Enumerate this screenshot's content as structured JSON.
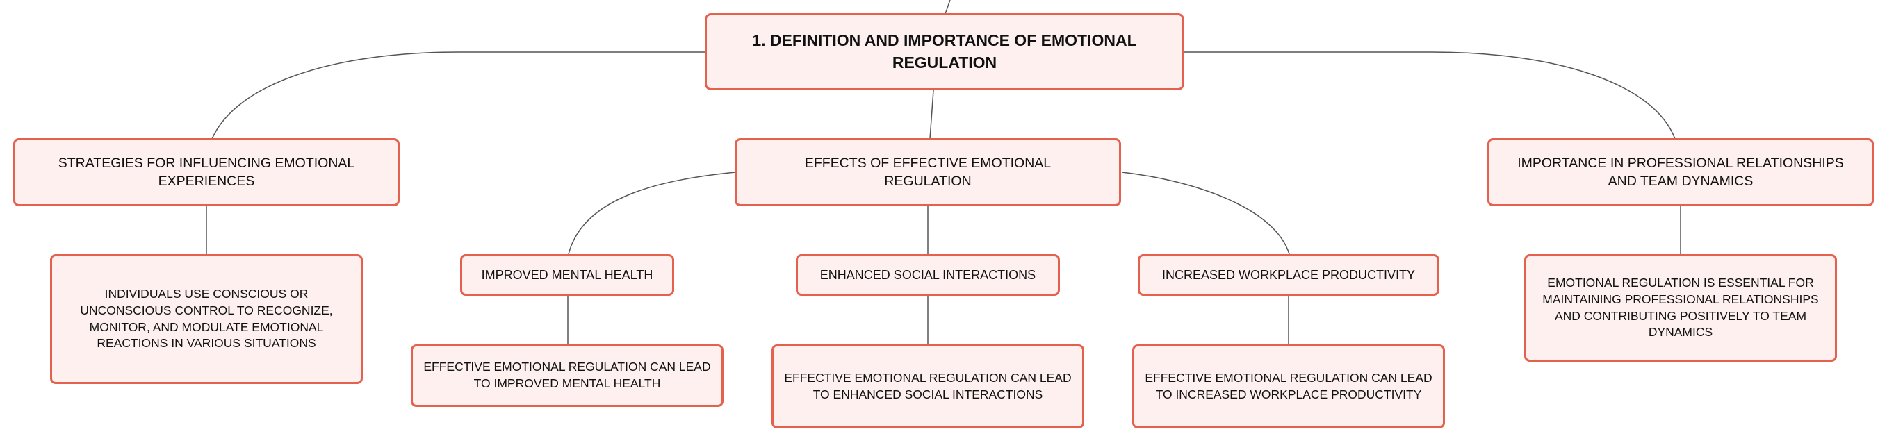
{
  "root": {
    "label": "1. DEFINITION AND IMPORTANCE OF EMOTIONAL REGULATION"
  },
  "branches": {
    "strategies": {
      "label": "STRATEGIES FOR INFLUENCING EMOTIONAL EXPERIENCES",
      "detail": "INDIVIDUALS USE CONSCIOUS OR UNCONSCIOUS CONTROL TO RECOGNIZE, MONITOR, AND MODULATE EMOTIONAL REACTIONS IN VARIOUS SITUATIONS"
    },
    "effects": {
      "label": "EFFECTS OF EFFECTIVE EMOTIONAL REGULATION",
      "children": [
        {
          "label": "IMPROVED MENTAL HEALTH",
          "detail": "EFFECTIVE EMOTIONAL REGULATION CAN LEAD TO IMPROVED MENTAL HEALTH"
        },
        {
          "label": "ENHANCED SOCIAL INTERACTIONS",
          "detail": "EFFECTIVE EMOTIONAL REGULATION CAN LEAD TO ENHANCED SOCIAL INTERACTIONS"
        },
        {
          "label": "INCREASED WORKPLACE PRODUCTIVITY",
          "detail": "EFFECTIVE EMOTIONAL REGULATION CAN LEAD TO INCREASED WORKPLACE PRODUCTIVITY"
        }
      ]
    },
    "importance": {
      "label": "IMPORTANCE IN PROFESSIONAL RELATIONSHIPS AND TEAM DYNAMICS",
      "detail": "EMOTIONAL REGULATION IS ESSENTIAL FOR MAINTAINING PROFESSIONAL RELATIONSHIPS AND CONTRIBUTING POSITIVELY TO TEAM DYNAMICS"
    }
  },
  "colors": {
    "border": "#e4614d",
    "fill": "#fdf0ee",
    "connector": "#555555",
    "text": "#111111"
  }
}
